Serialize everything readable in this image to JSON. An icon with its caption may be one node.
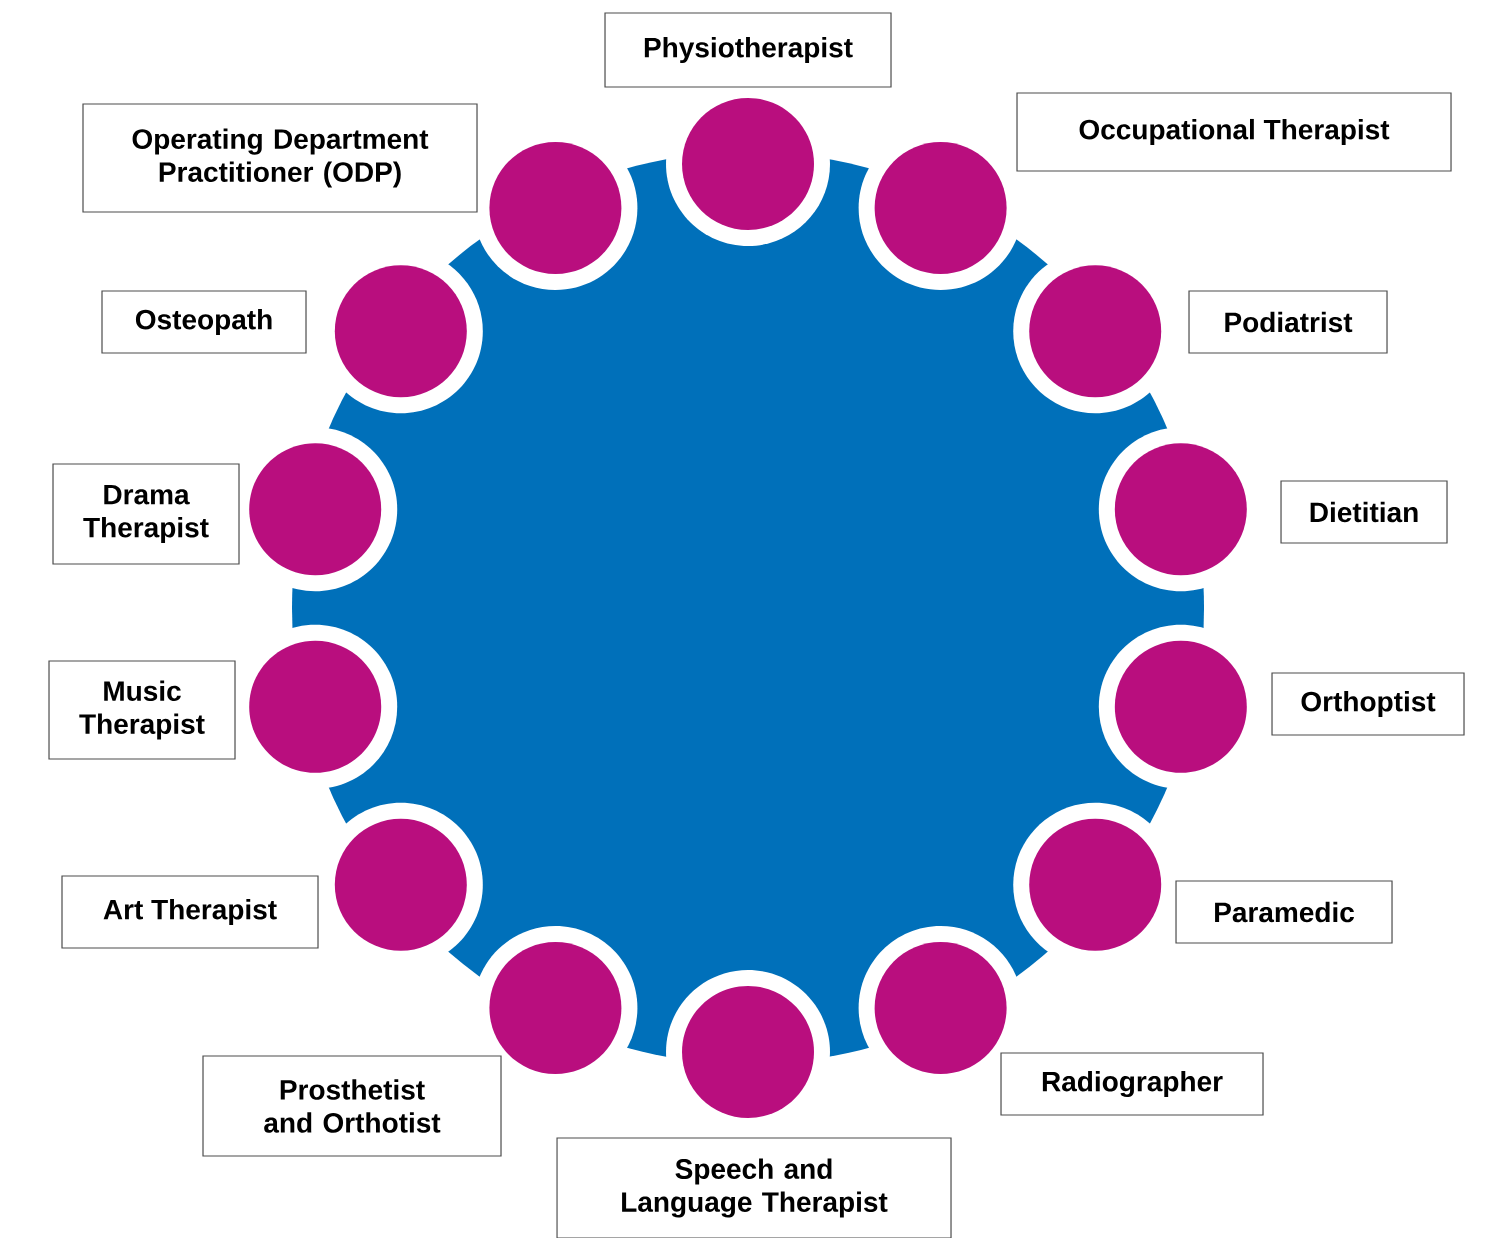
{
  "diagram": {
    "nodes": [
      {
        "text": [
          "Physiotherapist"
        ]
      },
      {
        "text": [
          "Occupational Therapist"
        ]
      },
      {
        "text": [
          "Podiatrist"
        ]
      },
      {
        "text": [
          "Dietitian"
        ]
      },
      {
        "text": [
          "Orthoptist"
        ]
      },
      {
        "text": [
          "Paramedic"
        ]
      },
      {
        "text": [
          "Radiographer"
        ]
      },
      {
        "text": [
          "Speech and Language Therapist"
        ]
      },
      {
        "text": [
          "Prosthetist and Orthotist"
        ]
      },
      {
        "text": [
          "Art Therapist"
        ]
      },
      {
        "text": [
          "Music Therapist"
        ]
      },
      {
        "text": [
          "Drama Therapist"
        ]
      },
      {
        "text": [
          "Osteopath"
        ]
      },
      {
        "text": [
          "Operating Department Practitioner (ODP)"
        ]
      }
    ]
  }
}
